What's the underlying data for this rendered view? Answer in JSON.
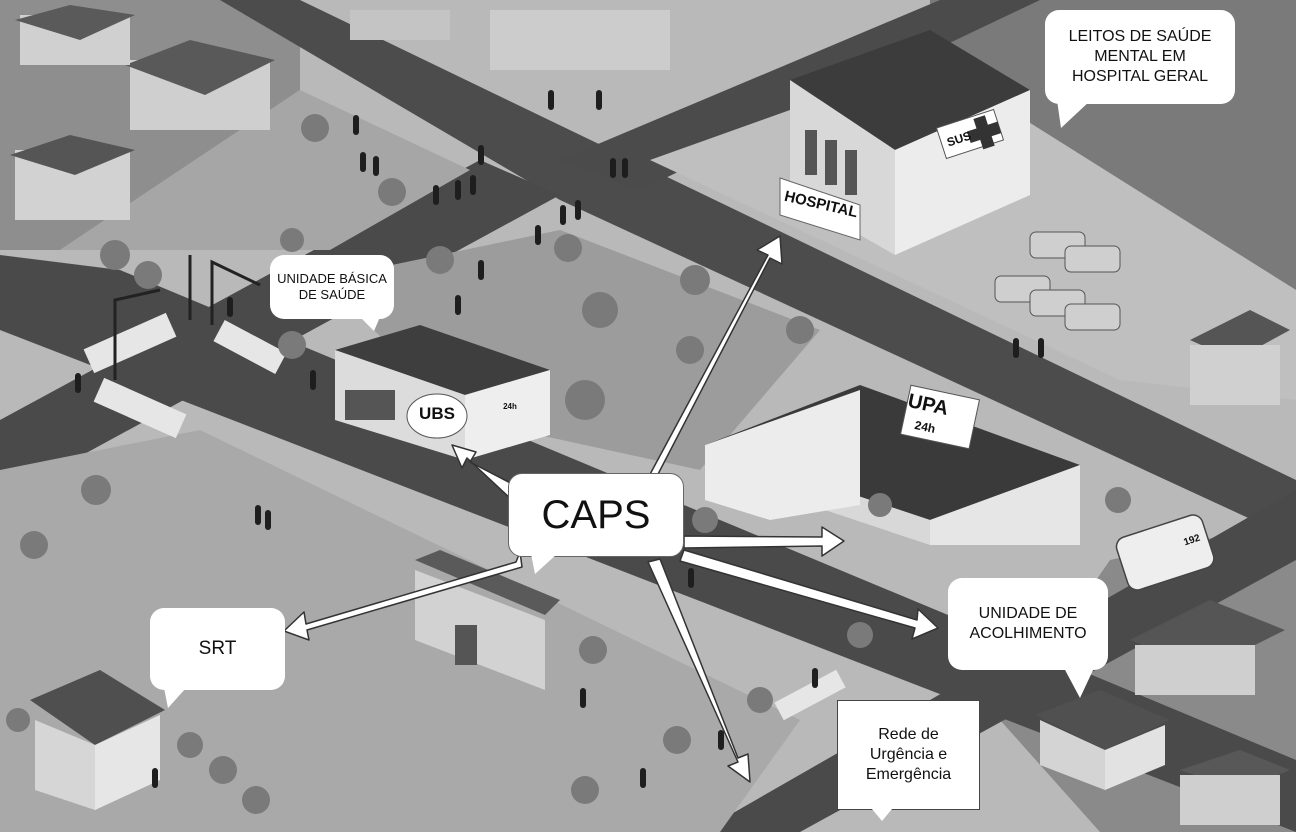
{
  "diagram": {
    "center": {
      "label": "CAPS"
    },
    "nodes": {
      "ubs_bubble": "UNIDADE BÁSICA\nDE SAÚDE",
      "hospital_bubble": "LEITOS DE SAÚDE\nMENTAL EM\nHOSPITAL GERAL",
      "srt": "SRT",
      "acolhimento": "UNIDADE DE\nACOLHIMENTO",
      "rue": "Rede de\nUrgência e\nEmergência"
    },
    "signs": {
      "hospital": "HOSPITAL",
      "ubs": "UBS",
      "sus": "SUS",
      "upa": "UPA",
      "upa_24h": "24h",
      "ubs_24h": "24h",
      "ambulance": "192"
    }
  },
  "colors": {
    "road": "#4a4a4a",
    "ground": "#bdbdbd",
    "block": "#d9d9d9",
    "bubble": "#ffffff",
    "arrow": "#ffffff",
    "text": "#111111"
  }
}
